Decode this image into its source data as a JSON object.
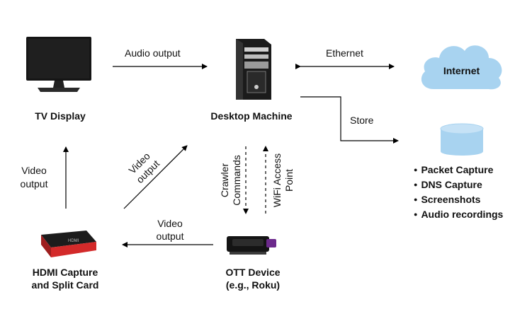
{
  "nodes": {
    "tv": "TV Display",
    "desktop": "Desktop Machine",
    "internet": "Internet",
    "hdmi_line1": "HDMI Capture",
    "hdmi_line2": "and Split Card",
    "ott_line1": "OTT Device",
    "ott_line2": "(e.g., Roku)"
  },
  "edges": {
    "audio_output": "Audio output",
    "ethernet": "Ethernet",
    "store": "Store",
    "video_output_left_1": "Video",
    "video_output_left_2": "output",
    "video_output_diag_1": "Video",
    "video_output_diag_2": "output",
    "video_output_bottom_1": "Video",
    "video_output_bottom_2": "output",
    "crawler_1": "Crawler",
    "crawler_2": "Commands",
    "wifi_1": "WiFi Access",
    "wifi_2": "Point"
  },
  "storage_items": [
    "Packet Capture",
    "DNS Capture",
    "Screenshots",
    "Audio recordings"
  ],
  "device_logo": "HDMI",
  "colors": {
    "cloud": "#a8d3f0",
    "database": "#a8d3f0",
    "arrow": "#000000",
    "roku_purple": "#6c2a8c",
    "capture_red": "#d32a2a"
  }
}
